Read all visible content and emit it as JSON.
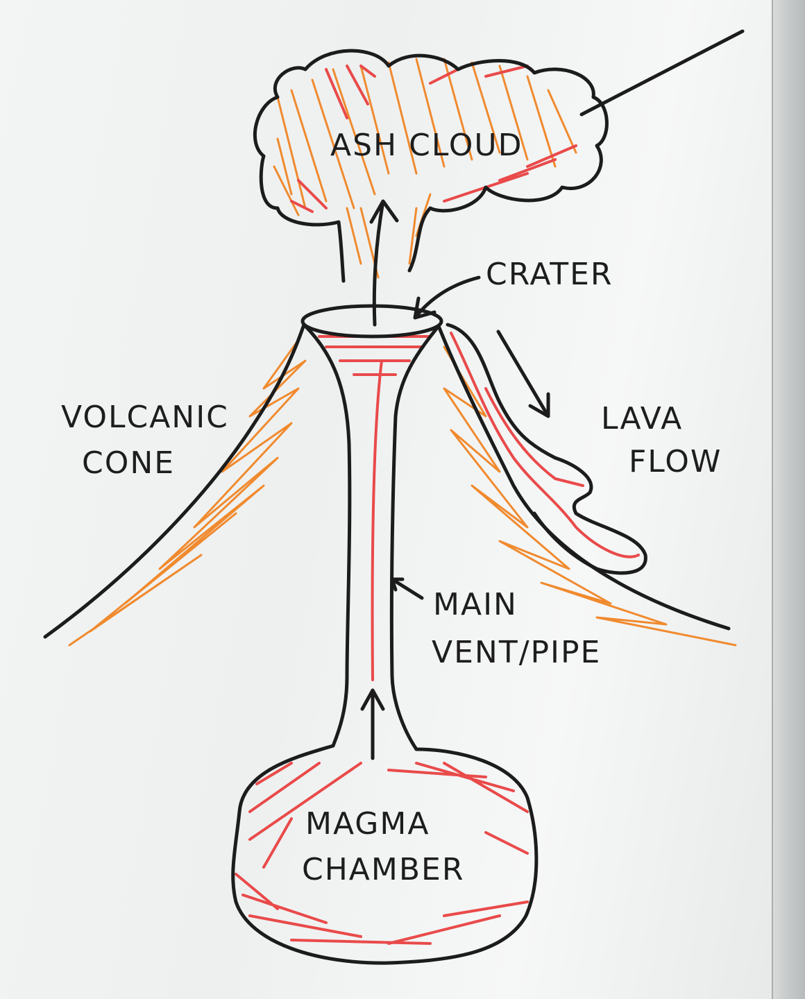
{
  "labels": {
    "ash_cloud": "ASH CLOUD",
    "crater": "CRATER",
    "volcanic_cone_1": "VOLCANIC",
    "volcanic_cone_2": "CONE",
    "lava_flow_1": "LAVA",
    "lava_flow_2": "FLOW",
    "main_vent_1": "MAIN",
    "main_vent_2": "VENT/PIPE",
    "magma_chamber_1": "MAGMA",
    "magma_chamber_2": "CHAMBER"
  },
  "colors": {
    "ink": "#1c1c1c",
    "orange_marker": "#f08a2e",
    "red_marker": "#e94a4a",
    "board": "#f1f2f2"
  }
}
